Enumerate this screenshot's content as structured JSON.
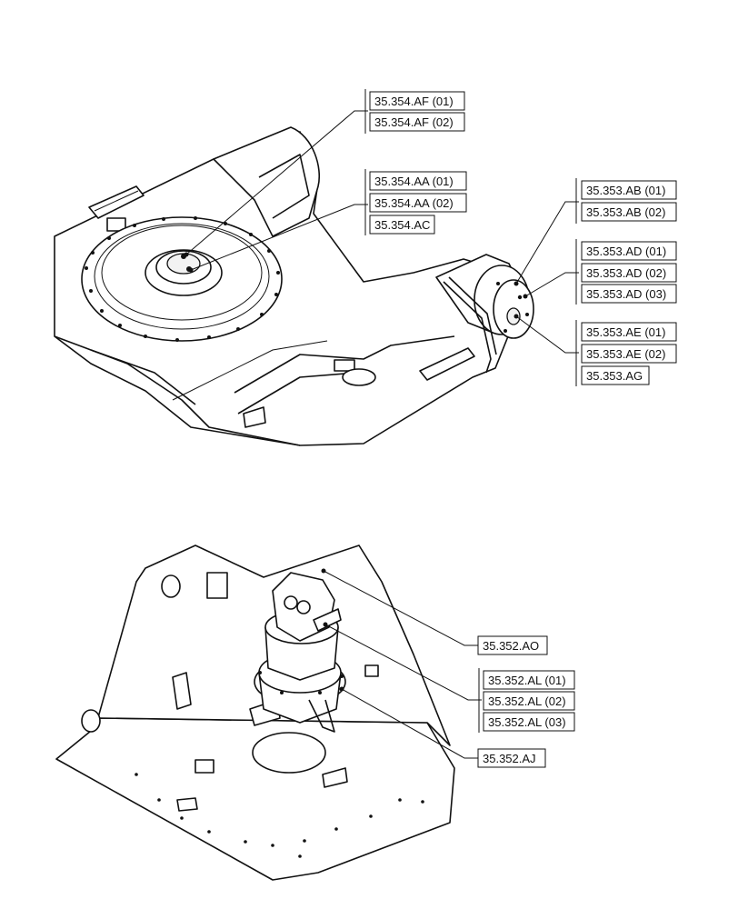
{
  "callouts": {
    "af01": "35.354.AF (01)",
    "af02": "35.354.AF (02)",
    "aa01": "35.354.AA (01)",
    "aa02": "35.354.AA (02)",
    "ac": "35.354.AC",
    "ab01": "35.353.AB (01)",
    "ab02": "35.353.AB (02)",
    "ad01": "35.353.AD (01)",
    "ad02": "35.353.AD (02)",
    "ad03": "35.353.AD (03)",
    "ae01": "35.353.AE (01)",
    "ae02": "35.353.AE (02)",
    "ag": "35.353.AG",
    "ao": "35.352.AO",
    "al01": "35.352.AL (01)",
    "al02": "35.352.AL (02)",
    "al03": "35.352.AL (03)",
    "aj": "35.352.AJ"
  }
}
